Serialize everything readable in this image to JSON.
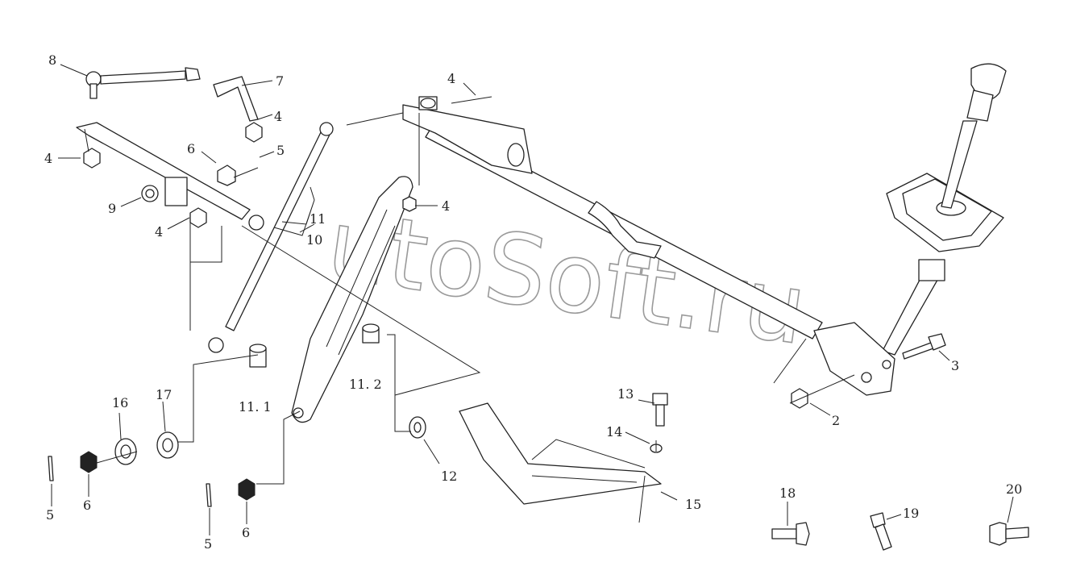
{
  "watermark": "utoSoft.ru",
  "callouts": {
    "c1": "2",
    "c2": "3",
    "c3": "4",
    "c4": "4",
    "c5": "4",
    "c6": "4",
    "c7": "4",
    "c8": "5",
    "c9": "5",
    "c10": "5",
    "c11": "6",
    "c12": "6",
    "c13": "6",
    "c14": "7",
    "c15": "8",
    "c16": "9",
    "c17": "10",
    "c18": "11",
    "c19": "11. 1",
    "c20": "11. 2",
    "c21": "12",
    "c22": "13",
    "c23": "14",
    "c24": "15",
    "c25": "16",
    "c26": "17",
    "c27": "18",
    "c28": "19",
    "c29": "20"
  }
}
